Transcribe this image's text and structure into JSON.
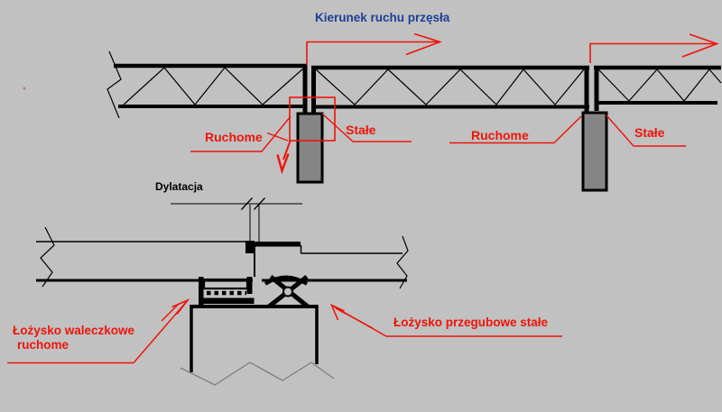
{
  "colors": {
    "background": "#c1c1c1",
    "red": "#ee1409",
    "blue": "#1e3f97",
    "pier_fill": "#858585",
    "black": "#000000",
    "break_gray": "#7e7e7e"
  },
  "title": "Kierunek ruchu przęsła",
  "truss_labels": {
    "ruchome_1": "Ruchome",
    "stale_1": "Stałe",
    "ruchome_2": "Ruchome",
    "stale_2": "Stałe"
  },
  "detail": {
    "dylatacja": "Dylatacja",
    "roller_bearing_line1": "Łożysko waleczkowe",
    "roller_bearing_line2": "ruchome",
    "pin_bearing": "Łożysko przegubowe stałe"
  }
}
